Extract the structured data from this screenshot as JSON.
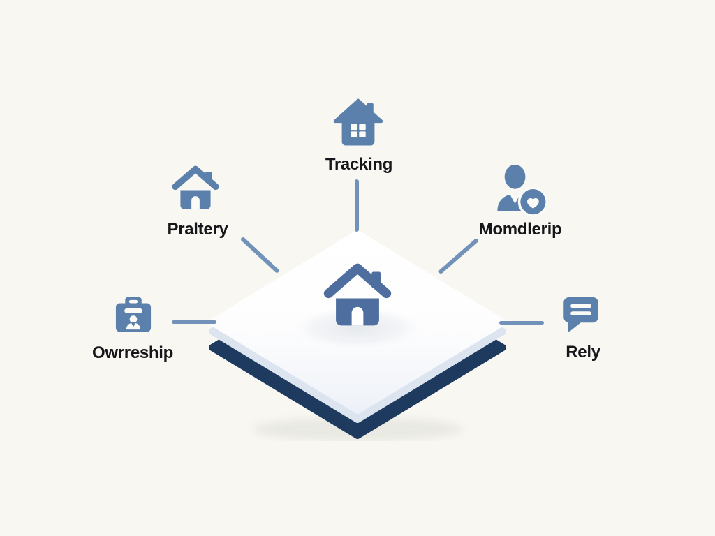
{
  "figure": {
    "type": "isometric-hub-diagram",
    "title": ""
  },
  "colors": {
    "background": "#f8f7f1",
    "icon_blue": "#5b80ab",
    "center_blue": "#4d6e9e",
    "navy": "#1e3a5e",
    "platform_side": "#dce4ef",
    "connector": "#7292ba",
    "text": "#17171b",
    "cutout": "#fafaf6"
  },
  "center": {
    "icon": "house-icon",
    "platform": "isometric-platform"
  },
  "nodes": [
    {
      "id": "tracking",
      "label": "Tracking",
      "icon": "house-icon",
      "position": "top"
    },
    {
      "id": "praltery",
      "label": "Praltery",
      "icon": "house-icon",
      "position": "upper-left"
    },
    {
      "id": "momdlerip",
      "label": "Momdlerip",
      "icon": "person-heart-icon",
      "position": "upper-right"
    },
    {
      "id": "owrreship",
      "label": "Owrreship",
      "icon": "id-badge-icon",
      "position": "left"
    },
    {
      "id": "rely",
      "label": "Rely",
      "icon": "chat-bubble-icon",
      "position": "right"
    }
  ]
}
